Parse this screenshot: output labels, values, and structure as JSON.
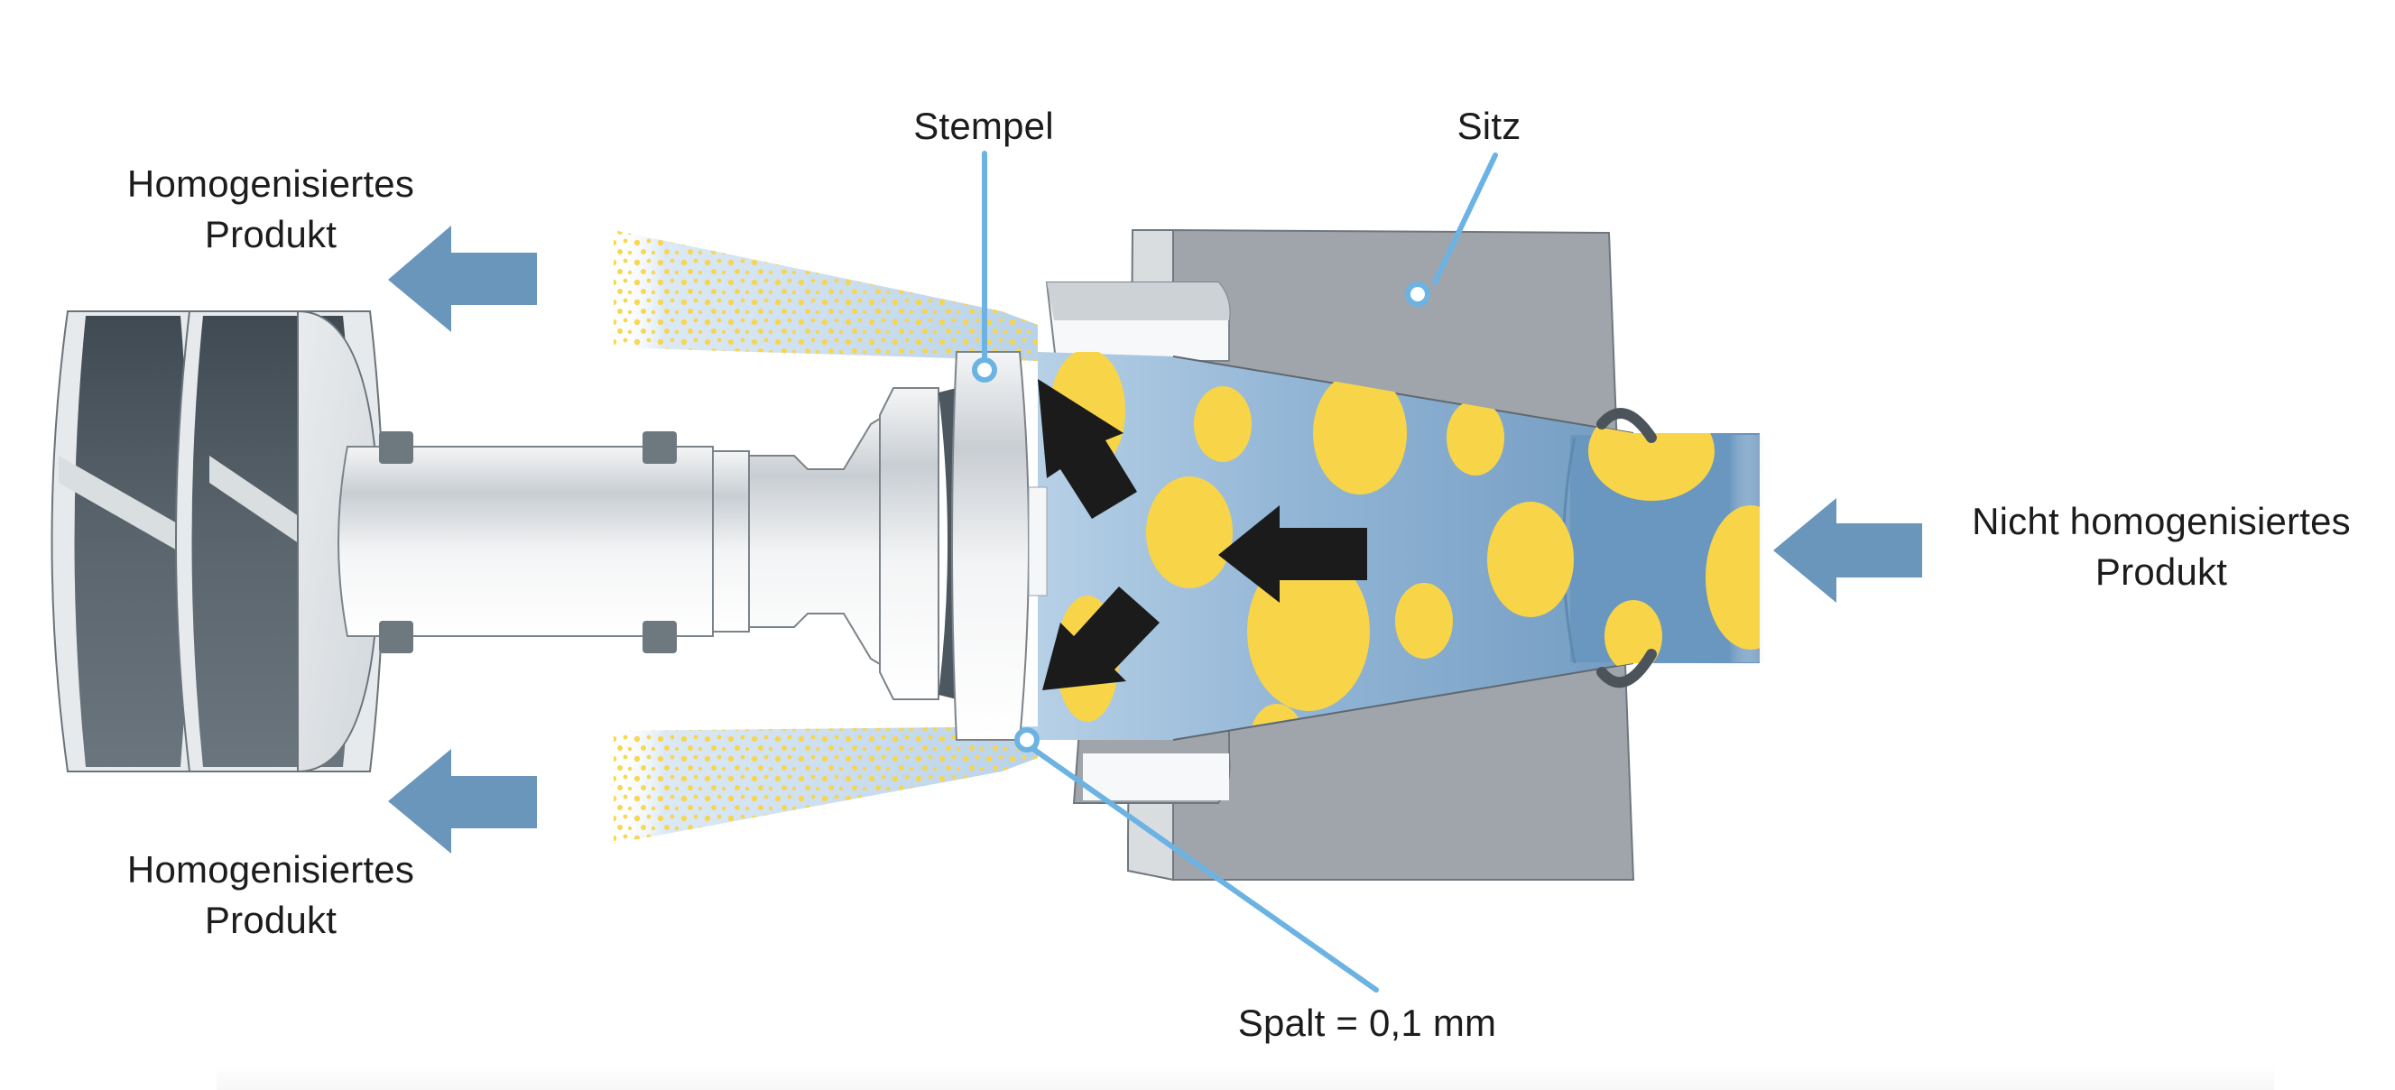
{
  "diagram": {
    "title": "Homogenisierventil – Funktionsprinzip",
    "labels": {
      "outlet_top": {
        "line1": "Homogenisiertes",
        "line2": "Produkt"
      },
      "outlet_bottom": {
        "line1": "Homogenisiertes",
        "line2": "Produkt"
      },
      "inlet": {
        "line1": "Nicht homogenisiertes",
        "line2": "Produkt"
      },
      "plunger": "Stempel",
      "seat": "Sitz",
      "gap": "Spalt = 0,1 mm"
    },
    "gap_value_mm": 0.1,
    "flow": {
      "inlet_direction": "right-to-left",
      "outlet_directions": [
        "up-left",
        "down-left"
      ]
    },
    "colors": {
      "flow_arrow": "#6a96bb",
      "callout_line": "#6cb3e3",
      "particle": "#f8d548",
      "product_fluid": "#6f9cc3",
      "seat_metal": "#9ea4aa",
      "piston_dark": "#4e5961",
      "force_arrow": "#1b1b1b",
      "text": "#1c1c1c"
    },
    "icons": {
      "outlet_arrows": "arrow-left-icon",
      "inlet_arrow": "arrow-left-icon",
      "force_arrows": [
        "arrow-up-left-icon",
        "arrow-left-icon",
        "arrow-down-left-icon"
      ]
    }
  }
}
